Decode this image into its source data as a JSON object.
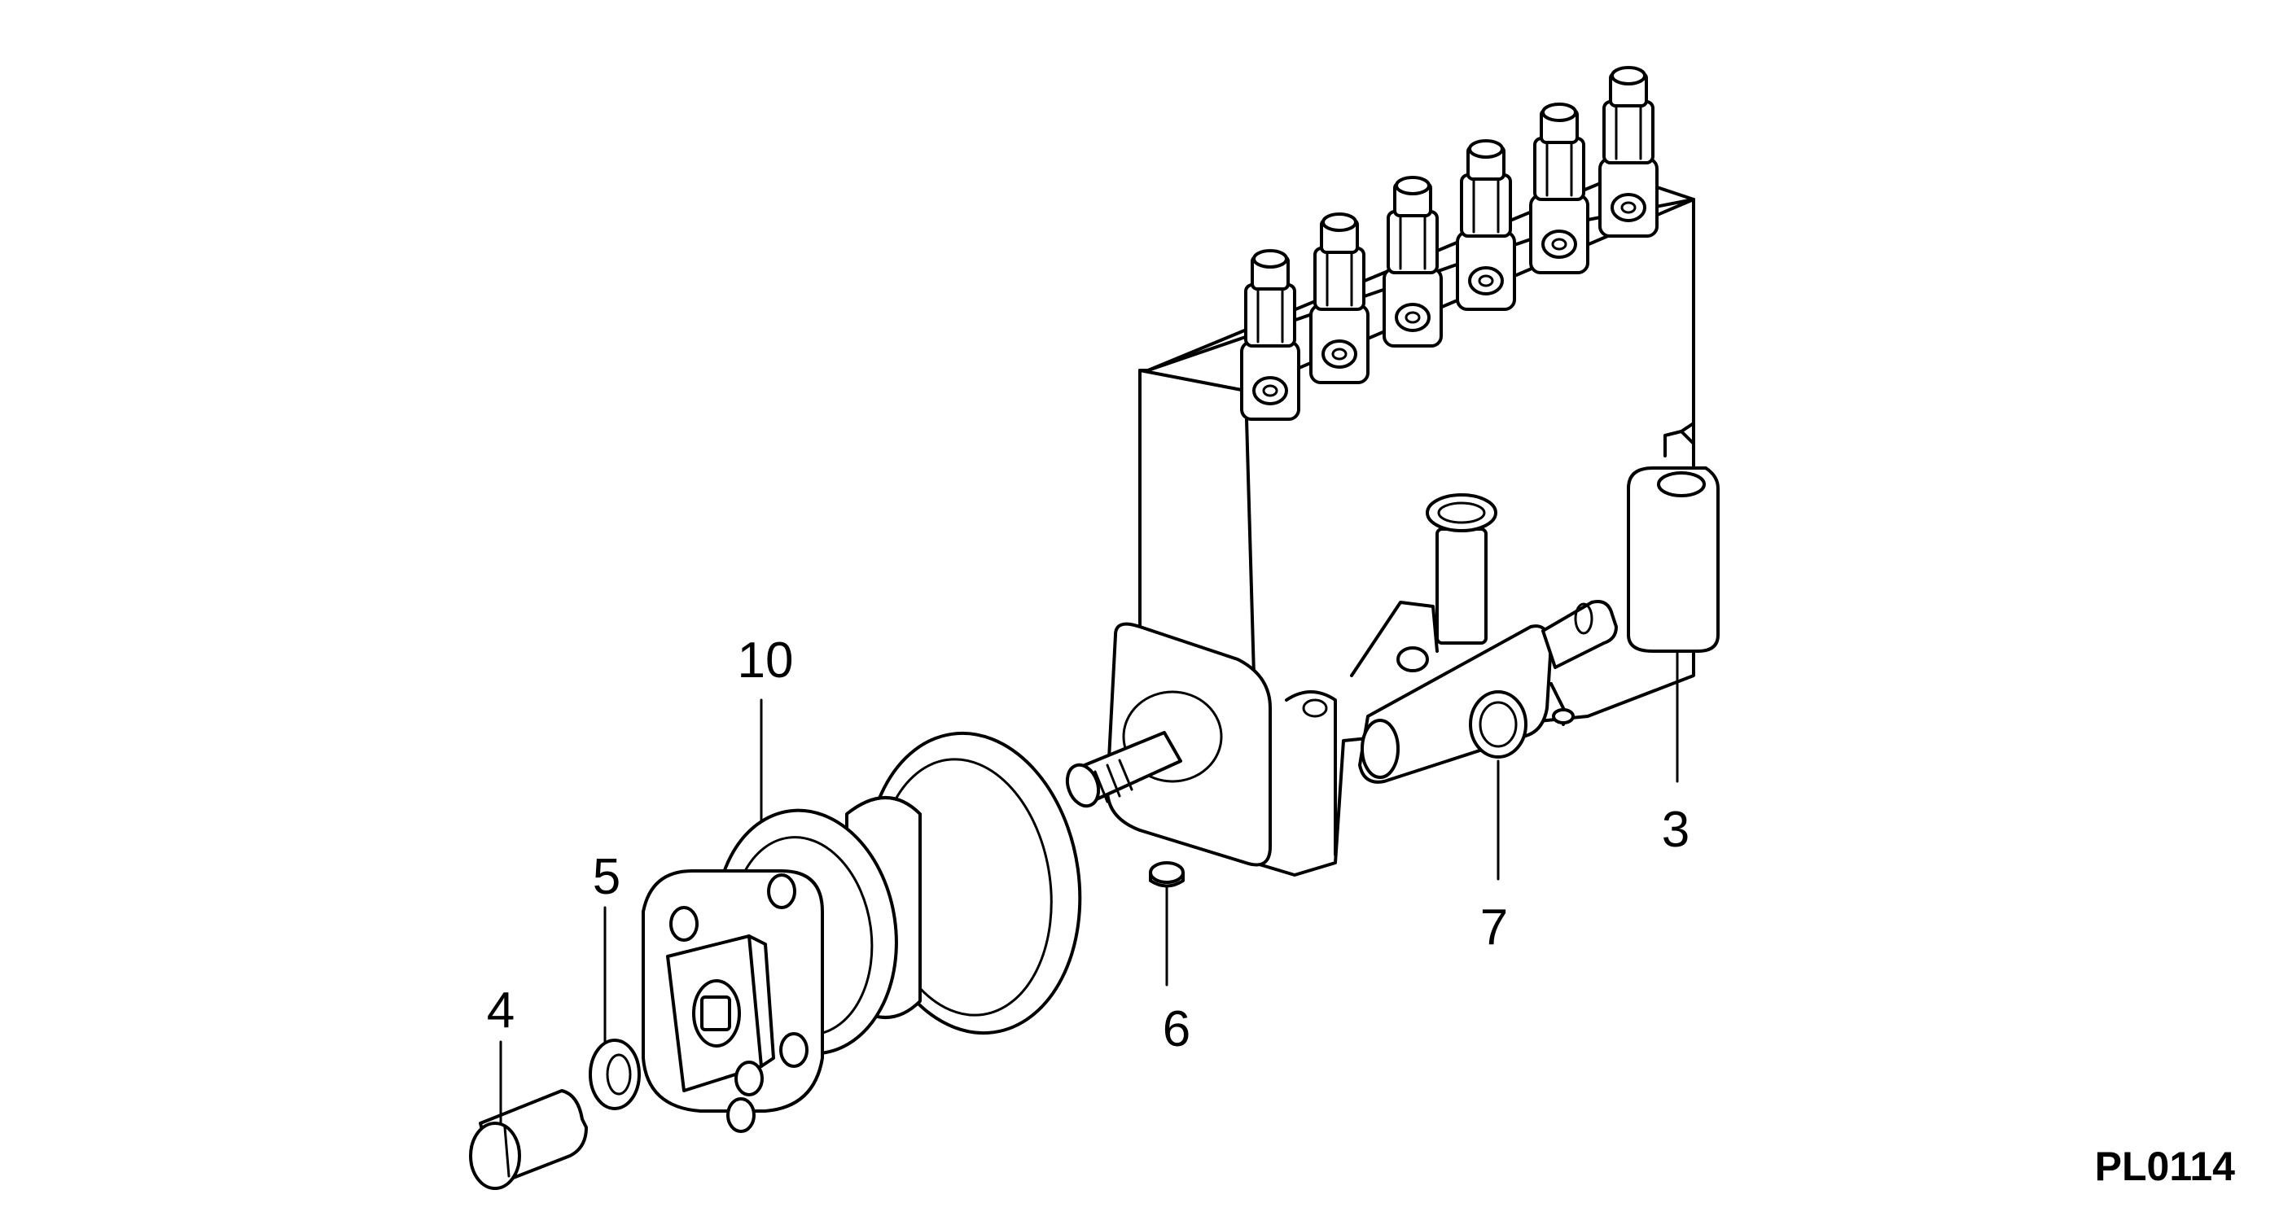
{
  "diagram": {
    "callouts": {
      "c10": "10",
      "c5": "5",
      "c4": "4",
      "c6": "6",
      "c7": "7",
      "c3": "3"
    },
    "code": "PL0114"
  }
}
